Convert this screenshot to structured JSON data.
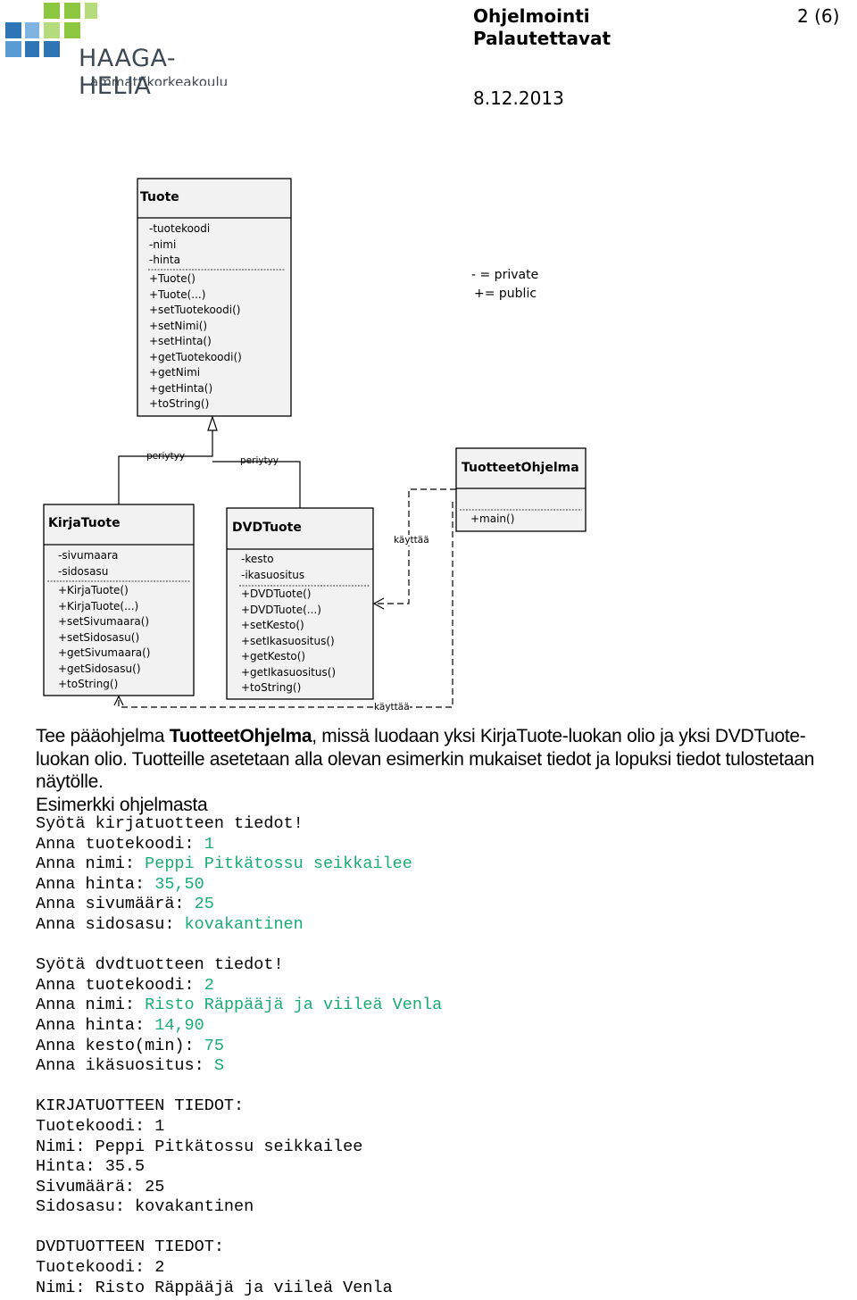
{
  "header": {
    "logo_text": "HAAGA-HELIA",
    "logo_subtext": "ammattikorkeakoulu",
    "title_line1": "Ohjelmointi",
    "title_line2": "Palautettavat",
    "page": "2 (6)",
    "date": "8.12.2013"
  },
  "diagram": {
    "tuote": {
      "name": "Tuote",
      "attributes": [
        "-tuotekoodi",
        "-nimi",
        "-hinta"
      ],
      "operations": [
        "+Tuote()",
        "+Tuote(...)",
        "+setTuotekoodi()",
        "+setNimi()",
        "+setHinta()",
        "+getTuotekoodi()",
        "+getNimi",
        "+getHinta()",
        "+toString()"
      ]
    },
    "kirjatuote": {
      "name": "KirjaTuote",
      "attributes": [
        "-sivumaara",
        "-sidosasu"
      ],
      "operations": [
        "+KirjaTuote()",
        "+KirjaTuote(...)",
        "+setSivumaara()",
        "+setSidosasu()",
        "+getSivumaara()",
        "+getSidosasu()",
        "+toString()"
      ]
    },
    "dvdtuote": {
      "name": "DVDTuote",
      "attributes": [
        "-kesto",
        "-ikasuositus"
      ],
      "operations": [
        "+DVDTuote()",
        "+DVDTuote(...)",
        "+setKesto()",
        "+setIkasuositus()",
        "+getKesto()",
        "+getIkasuositus()",
        "+toString()"
      ]
    },
    "ohjelma": {
      "name": "TuotteetOhjelma",
      "operations": [
        "+main()"
      ]
    },
    "labels": {
      "inherit1": "periytyy",
      "inherit2": "periytyy",
      "uses1": "käyttää",
      "uses2": "käyttää"
    },
    "legend": {
      "private": "- = private",
      "public": "+= public"
    }
  },
  "text": {
    "para_pre": "Tee pääohjelma ",
    "para_bold": "TuotteetOhjelma",
    "para_line1_post": ", missä luodaan yksi KirjaTuote-luokan olio ja yksi DVDTuote-",
    "para_line2": "luokan olio. Tuotteille asetetaan alla olevan esimerkin mukaiset tiedot ja lopuksi tiedot tulostetaan",
    "para_line3": "näytölle.",
    "example_heading": "Esimerkki ohjelmasta"
  },
  "console": {
    "book_header": "Syötä kirjatuotteen tiedot!",
    "book_inputs": [
      {
        "prompt": "Anna tuotekoodi: ",
        "value": "1"
      },
      {
        "prompt": "Anna nimi: ",
        "value": "Peppi Pitkätossu seikkailee"
      },
      {
        "prompt": "Anna hinta: ",
        "value": "35,50"
      },
      {
        "prompt": "Anna sivumäärä: ",
        "value": "25"
      },
      {
        "prompt": "Anna sidosasu: ",
        "value": "kovakantinen"
      }
    ],
    "dvd_header": "Syötä dvdtuotteen tiedot!",
    "dvd_inputs": [
      {
        "prompt": "Anna tuotekoodi: ",
        "value": "2"
      },
      {
        "prompt": "Anna nimi: ",
        "value": "Risto Räppääjä ja viileä Venla"
      },
      {
        "prompt": "Anna hinta: ",
        "value": "14,90"
      },
      {
        "prompt": "Anna kesto(min): ",
        "value": "75"
      },
      {
        "prompt": "Anna ikäsuositus: ",
        "value": "S"
      }
    ],
    "book_output": [
      "KIRJATUOTTEEN TIEDOT:",
      "Tuotekoodi: 1",
      "Nimi: Peppi Pitkätossu seikkailee",
      "Hinta: 35.5",
      "Sivumäärä: 25",
      "Sidosasu: kovakantinen"
    ],
    "dvd_output": [
      "DVDTUOTTEEN TIEDOT:",
      "Tuotekoodi: 2",
      "Nimi: Risto Räppääjä ja viileä Venla"
    ]
  },
  "colors": {
    "input_value": "#1aab75",
    "logo_green": "#8dc63f",
    "logo_blue": "#2e75b6",
    "class_fill": "#f2f2f2"
  }
}
